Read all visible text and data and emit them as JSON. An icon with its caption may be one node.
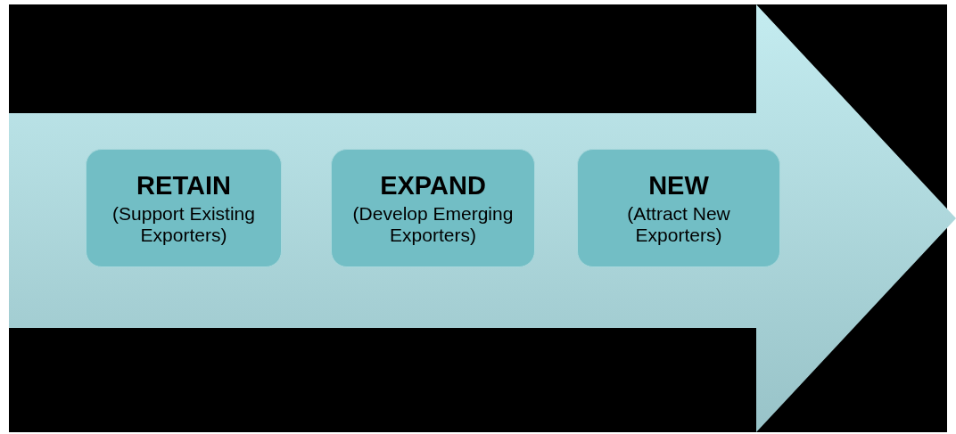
{
  "diagram": {
    "nodes": [
      {
        "text": [],
        "shape": "arrow"
      },
      {
        "text": [
          "RETAIN",
          "(Support Existing Exporters)"
        ],
        "in": 0
      },
      {
        "text": [
          "EXPAND",
          "(Develop Emerging Exporters)"
        ],
        "in": 0
      },
      {
        "text": [
          "NEW",
          "(Attract New Exporters)"
        ],
        "in": 0
      }
    ]
  }
}
